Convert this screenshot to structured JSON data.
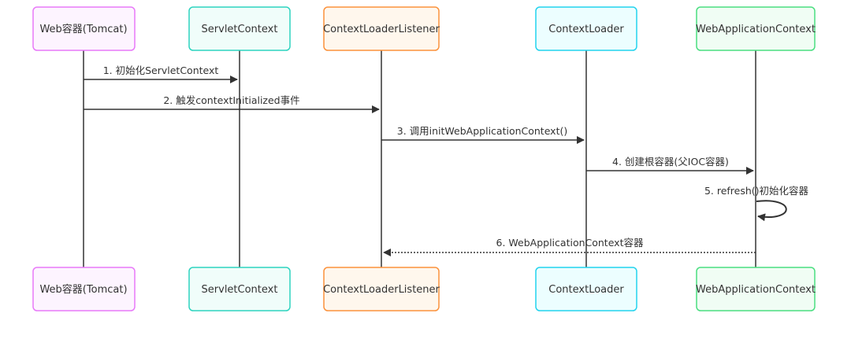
{
  "participants": [
    {
      "label": "Web容器(Tomcat)",
      "stroke": "#e879f9",
      "fill": "#fdf4ff"
    },
    {
      "label": "ServletContext",
      "stroke": "#2dd4bf",
      "fill": "#f0fdfa"
    },
    {
      "label": "ContextLoaderListener",
      "stroke": "#fb923c",
      "fill": "#fff7ed"
    },
    {
      "label": "ContextLoader",
      "stroke": "#22d3ee",
      "fill": "#ecfeff"
    },
    {
      "label": "WebApplicationContext",
      "stroke": "#4ade80",
      "fill": "#f0fdf4"
    }
  ],
  "messages": [
    {
      "label": "1. 初始化ServletContext",
      "from": 0,
      "to": 1,
      "style": "solid"
    },
    {
      "label": "2. 触发contextInitialized事件",
      "from": 0,
      "to": 2,
      "style": "solid"
    },
    {
      "label": "3. 调用initWebApplicationContext()",
      "from": 2,
      "to": 3,
      "style": "solid"
    },
    {
      "label": "4. 创建根容器(父IOC容器)",
      "from": 3,
      "to": 4,
      "style": "solid"
    },
    {
      "label": "5. refresh()初始化容器",
      "from": 4,
      "to": 4,
      "style": "self"
    },
    {
      "label": "6. WebApplicationContext容器",
      "from": 4,
      "to": 2,
      "style": "dotted"
    }
  ],
  "colors": {
    "line": "#333333",
    "text": "#333333"
  }
}
